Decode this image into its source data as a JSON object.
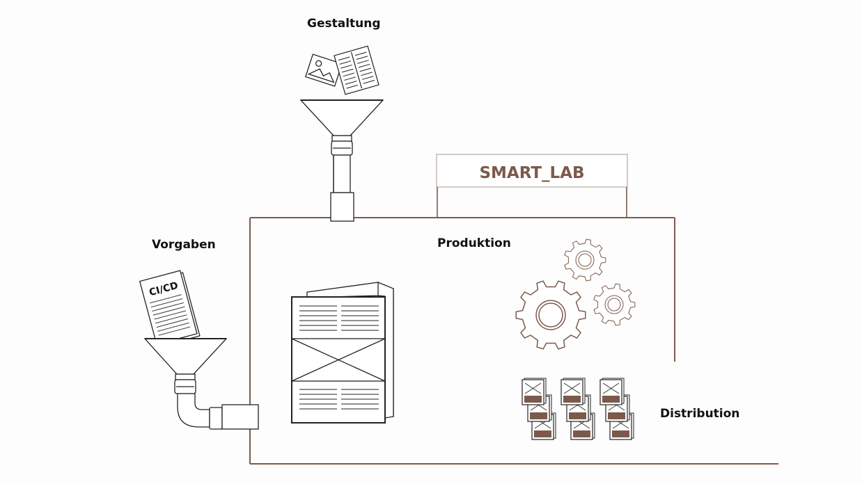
{
  "labels": {
    "gestaltung": "Gestaltung",
    "vorgaben": "Vorgaben",
    "produktion": "Produktion",
    "distribution": "Distribution"
  },
  "smart_lab": {
    "title": "SMART_LAB"
  },
  "ci_cd_document": {
    "text": "CI/CD"
  },
  "colors": {
    "brown": "#7b5a4c",
    "line": "#222222",
    "frame": "#7b5a4c"
  },
  "icons": [
    "funnel-icon",
    "pipe-icon",
    "image-icon",
    "newspaper-icon",
    "document-icon",
    "brochure-icon",
    "gear-icon",
    "stacked-brochures-icon"
  ]
}
